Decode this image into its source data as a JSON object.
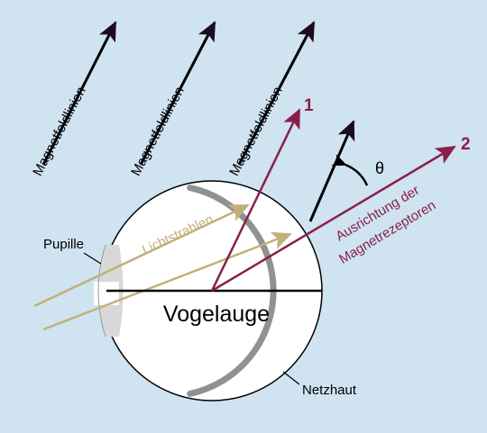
{
  "colors": {
    "background": "#cfe3f1",
    "field_line": "#000000",
    "field_arrowhead": "#1e0a1e",
    "light_ray": "#c2b07a",
    "direction": "#8a1f4a",
    "retina": "#8f9293",
    "pupil": "#d8d8d8",
    "eye": "#ffffff"
  },
  "labels": {
    "field_line_1": "Magnetfeldlinien",
    "field_line_2": "Magnetfeldlinien",
    "field_line_3": "Magnetfeldlinien",
    "pupil": "Pupille",
    "light_rays": "Lichtstrahlen",
    "eye": "Vogelauge",
    "retina": "Netzhaut",
    "receptor_line_1": "Ausrichtung der",
    "receptor_line_2": "Magnetrezeptoren",
    "direction_1": "1",
    "direction_2": "2",
    "angle": "θ"
  },
  "icons": {
    "arrowhead": "arrowhead-icon"
  }
}
